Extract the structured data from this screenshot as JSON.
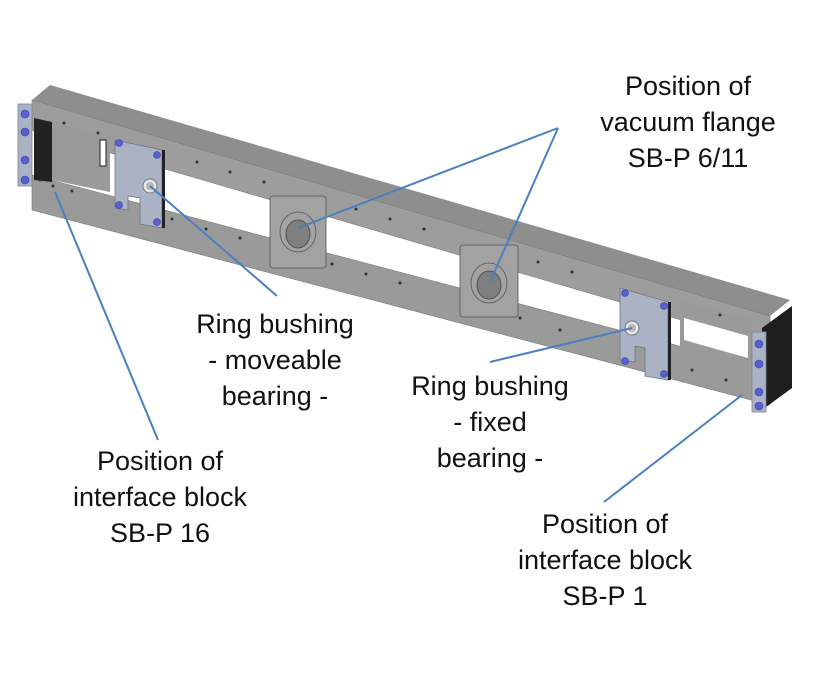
{
  "figure": {
    "subject": "Beam assembly with ring bushings and interface blocks",
    "leader_color": "#4a7fc1",
    "beam_top_color": "#8c8c8c",
    "beam_face_color": "#9a9a9a",
    "plate_color": "#a9b3c4",
    "bolt_color": "#5a5fd0",
    "end_cap_color": "#1e1e1e"
  },
  "labels": {
    "vacuum_flange": {
      "lines": [
        "Position of",
        "vacuum flange",
        "SB-P 6/11"
      ]
    },
    "ring_moveable": {
      "lines": [
        "Ring bushing",
        "- moveable",
        "bearing -"
      ]
    },
    "ring_fixed": {
      "lines": [
        "Ring bushing",
        "- fixed",
        "bearing -"
      ]
    },
    "interface_16": {
      "lines": [
        "Position of",
        "interface block",
        "SB-P 16"
      ]
    },
    "interface_1": {
      "lines": [
        "Position of",
        "interface block",
        "SB-P 1"
      ]
    }
  }
}
